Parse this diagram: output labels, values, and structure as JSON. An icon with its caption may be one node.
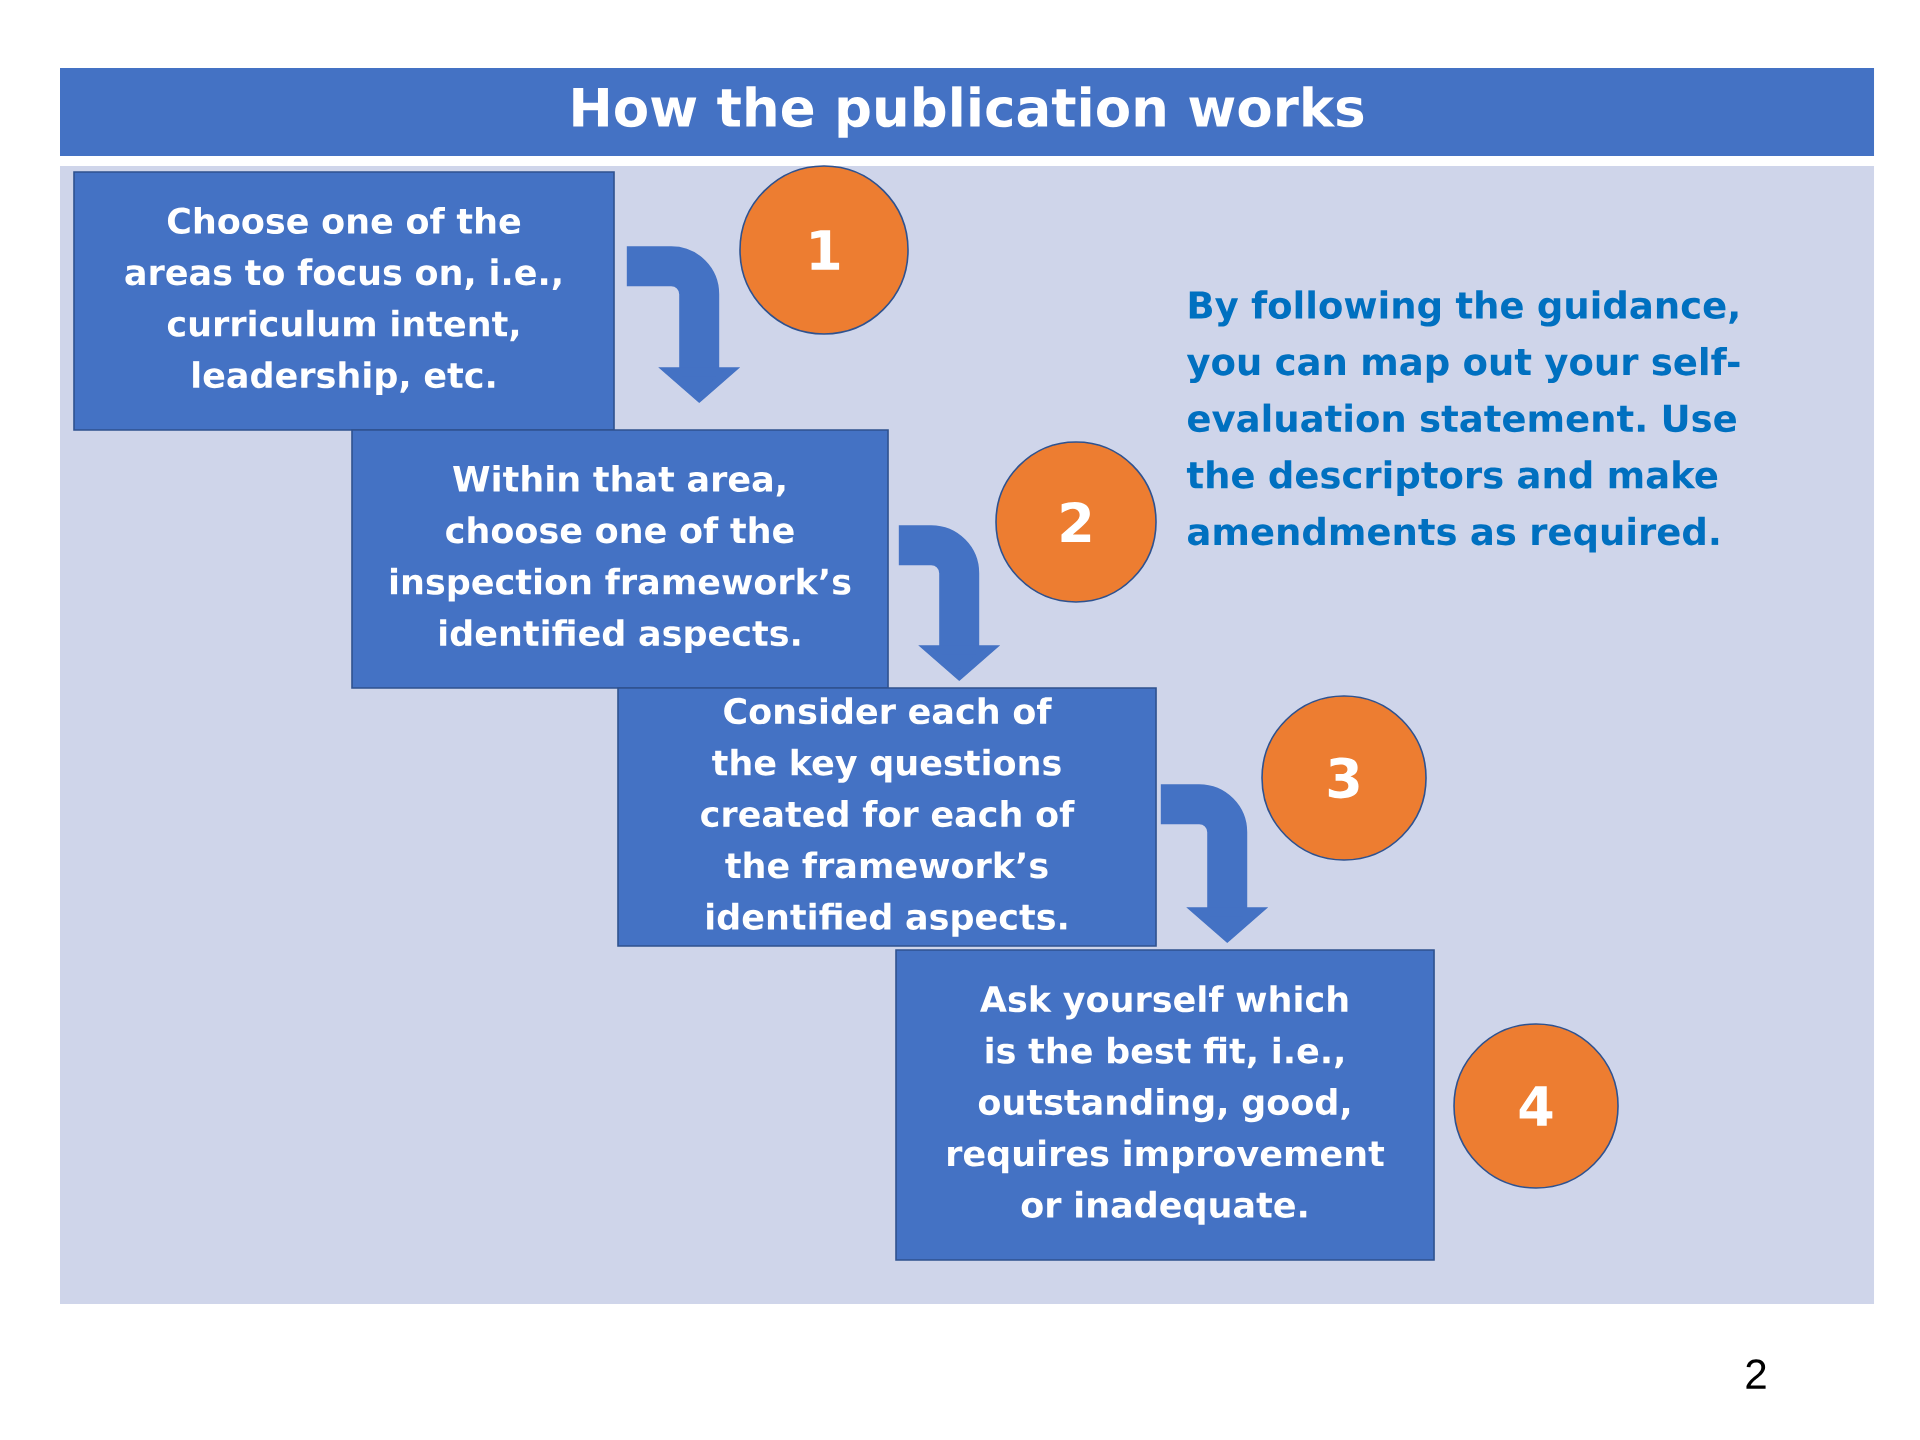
{
  "diagram": {
    "title": "How the publication works",
    "nodes": [
      {
        "text": [
          "Choose one of the areas to focus on, i.e., curriculum intent, leadership, etc."
        ]
      },
      {
        "text": [
          "1"
        ]
      },
      {
        "text": [
          "Within that area, choose one of the inspection framework’s identified aspects."
        ]
      },
      {
        "text": [
          "2"
        ]
      },
      {
        "text": [
          "Consider each of the key questions created for each of the framework’s identified aspects."
        ]
      },
      {
        "text": [
          "3"
        ]
      },
      {
        "text": [
          "Ask yourself which is the best fit, i.e., outstanding, good, requires improvement or inadequate."
        ]
      },
      {
        "text": [
          "4"
        ]
      }
    ],
    "edges": [
      {
        "from": 0,
        "to": 2,
        "arrow": "to"
      },
      {
        "from": 2,
        "to": 4,
        "arrow": "to"
      },
      {
        "from": 4,
        "to": 6,
        "arrow": "to"
      }
    ],
    "labels": [
      "By following the guidance, you can map out your self-evaluation statement. Use the descriptors and make amendments as required.",
      "2"
    ]
  }
}
